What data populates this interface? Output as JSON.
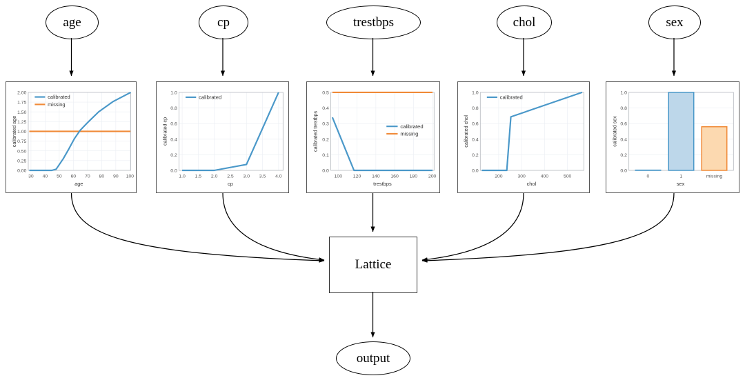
{
  "diagram": {
    "type": "calibrated-lattice-model-graph",
    "input_nodes": [
      {
        "id": "age",
        "label": "age"
      },
      {
        "id": "cp",
        "label": "cp"
      },
      {
        "id": "trestbps",
        "label": "trestbps"
      },
      {
        "id": "chol",
        "label": "chol"
      },
      {
        "id": "sex",
        "label": "sex"
      }
    ],
    "lattice_node": {
      "id": "lattice",
      "label": "Lattice"
    },
    "output_node": {
      "id": "output",
      "label": "output"
    }
  },
  "colors": {
    "calibrated": "#4a98c9",
    "missing": "#f08a38",
    "calibrated_fill": "#bdd7ea",
    "missing_fill": "#fcd9b0",
    "panel_border": "#555555",
    "grid": "#eceff4"
  },
  "legend_labels": {
    "calibrated": "calibrated",
    "missing": "missing"
  },
  "chart_data": [
    {
      "id": "age",
      "type": "line",
      "title": "",
      "xlabel": "age",
      "ylabel": "calibrated age",
      "xlim": [
        27,
        103
      ],
      "ylim": [
        -0.08,
        2.08
      ],
      "xticks": [
        30,
        40,
        50,
        60,
        70,
        80,
        90,
        100
      ],
      "yticks": [
        0.0,
        0.25,
        0.5,
        0.75,
        1.0,
        1.25,
        1.5,
        1.75,
        2.0
      ],
      "ytick_labels": [
        "0.00",
        "0.25",
        "0.50",
        "0.75",
        "1.00",
        "1.25",
        "1.50",
        "1.75",
        "2.00"
      ],
      "grid": true,
      "legend_position": "upper left",
      "series": [
        {
          "name": "calibrated",
          "color": "#4a98c9",
          "x": [
            29,
            45,
            48,
            53,
            57,
            61,
            65,
            70,
            78,
            88,
            101
          ],
          "y": [
            0.0,
            0.0,
            0.03,
            0.3,
            0.55,
            0.82,
            1.03,
            1.22,
            1.5,
            1.76,
            2.0
          ]
        },
        {
          "name": "missing",
          "color": "#f08a38",
          "x": [
            29,
            101
          ],
          "y": [
            1.0,
            1.0
          ]
        }
      ]
    },
    {
      "id": "cp",
      "type": "line",
      "title": "",
      "xlabel": "cp",
      "ylabel": "calibrated cp",
      "xlim": [
        0.88,
        4.12
      ],
      "ylim": [
        -0.05,
        1.05
      ],
      "xticks": [
        1.0,
        1.5,
        2.0,
        2.5,
        3.0,
        3.5,
        4.0
      ],
      "xtick_labels": [
        "1.0",
        "1.5",
        "2.0",
        "2.5",
        "3.0",
        "3.5",
        "4.0"
      ],
      "yticks": [
        0.0,
        0.2,
        0.4,
        0.6,
        0.8,
        1.0
      ],
      "ytick_labels": [
        "0.0",
        "0.2",
        "0.4",
        "0.6",
        "0.8",
        "1.0"
      ],
      "grid": true,
      "legend_position": "upper left",
      "series": [
        {
          "name": "calibrated",
          "color": "#4a98c9",
          "x": [
            1.0,
            2.0,
            3.0,
            4.0
          ],
          "y": [
            0.0,
            0.0,
            0.075,
            1.0
          ]
        }
      ]
    },
    {
      "id": "trestbps",
      "type": "line",
      "title": "",
      "xlabel": "trestbps",
      "ylabel": "calibrated trestbps",
      "xlim": [
        92,
        203
      ],
      "ylim": [
        -0.02,
        0.52
      ],
      "xticks": [
        100,
        120,
        140,
        160,
        180,
        200
      ],
      "yticks": [
        0.0,
        0.1,
        0.2,
        0.3,
        0.4,
        0.5
      ],
      "ytick_labels": [
        "0.0",
        "0.1",
        "0.2",
        "0.3",
        "0.4",
        "0.5"
      ],
      "grid": true,
      "legend_position": "center right",
      "series": [
        {
          "name": "calibrated",
          "color": "#4a98c9",
          "x": [
            94,
            117,
            200
          ],
          "y": [
            0.34,
            0.0,
            0.0
          ]
        },
        {
          "name": "missing",
          "color": "#f08a38",
          "x": [
            94,
            200
          ],
          "y": [
            0.5,
            0.5
          ]
        }
      ]
    },
    {
      "id": "chol",
      "type": "line",
      "title": "",
      "xlabel": "chol",
      "ylabel": "calibrated chol",
      "xlim": [
        120,
        570
      ],
      "ylim": [
        -0.05,
        1.05
      ],
      "xticks": [
        200,
        300,
        400,
        500
      ],
      "yticks": [
        0.0,
        0.2,
        0.4,
        0.6,
        0.8,
        1.0
      ],
      "ytick_labels": [
        "0.0",
        "0.2",
        "0.4",
        "0.6",
        "0.8",
        "1.0"
      ],
      "grid": true,
      "legend_position": "upper left",
      "series": [
        {
          "name": "calibrated",
          "color": "#4a98c9",
          "x": [
            126,
            235,
            253,
            560
          ],
          "y": [
            0.0,
            0.0,
            0.685,
            1.0
          ]
        }
      ]
    },
    {
      "id": "sex",
      "type": "bar",
      "title": "",
      "xlabel": "sex",
      "ylabel": "calibrated sex",
      "categories": [
        "0",
        "1",
        "missing"
      ],
      "values": [
        0.0,
        1.0,
        0.56
      ],
      "bar_colors": [
        "#bdd7ea",
        "#bdd7ea",
        "#fcd9b0"
      ],
      "ylim": [
        0.0,
        1.05
      ],
      "yticks": [
        0.0,
        0.2,
        0.4,
        0.6,
        0.8,
        1.0
      ],
      "ytick_labels": [
        "0.0",
        "0.2",
        "0.4",
        "0.6",
        "0.8",
        "1.0"
      ],
      "grid": true,
      "legend_position": "none"
    }
  ]
}
